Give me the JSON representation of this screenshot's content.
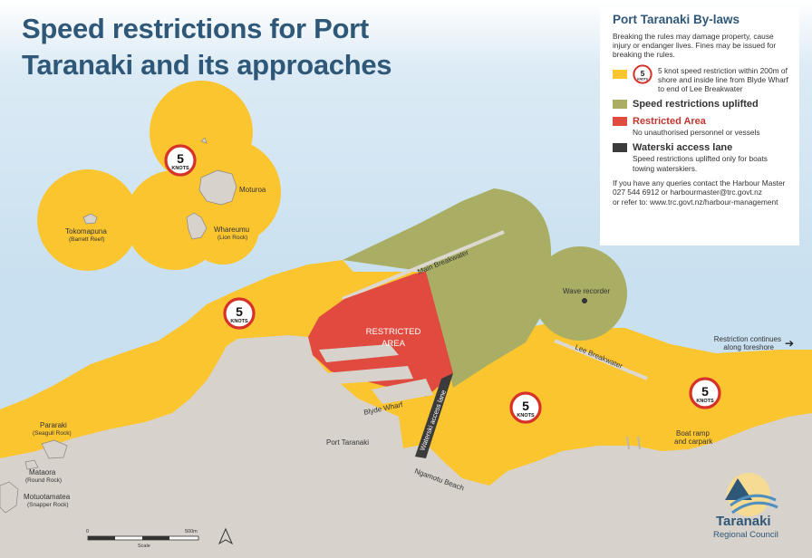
{
  "title": "Speed restrictions for Port Taranaki and its approaches",
  "legend": {
    "heading": "Port Taranaki By-laws",
    "intro": "Breaking the rules may damage property, cause injury or endanger lives. Fines may be issued for breaking the rules.",
    "items": [
      {
        "type": "knot-zone",
        "color": "#fbc530",
        "title": "",
        "desc": "5 knot speed restriction within 200m of shore and inside line from Blyde Wharf to end of Lee Breakwater"
      },
      {
        "type": "uplifted",
        "color": "#a9ae64",
        "title": "Speed restrictions uplifted",
        "desc": ""
      },
      {
        "type": "restricted",
        "color": "#e04a3f",
        "title": "Restricted Area",
        "desc": "No unauthorised personnel or vessels"
      },
      {
        "type": "waterski",
        "color": "#3b3b3b",
        "title": "Waterski access lane",
        "desc": "Speed restrictions uplifted only for boats towing waterskiers."
      }
    ],
    "contact": [
      "If you have any queries contact the Harbour Master",
      "027 544 6912 or harbourmaster@trc.govt.nz",
      "or refer to: www.trc.govt.nz/harbour-management"
    ]
  },
  "sign": {
    "number": "5",
    "unit": "KNOTS"
  },
  "map_labels": {
    "moturoa": "Moturoa",
    "whareumu": "Whareumu",
    "whareumu_sub": "(Lion Rock)",
    "tokomapuna": "Tokomapuna",
    "tokomapuna_sub": "(Barrett Reef)",
    "main_breakwater": "Main Breakwater",
    "restricted_area_1": "RESTRICTED",
    "restricted_area_2": "AREA",
    "wave_recorder": "Wave recorder",
    "restriction_continues_1": "Restriction continues",
    "restriction_continues_2": "along foreshore",
    "arrow": "➔",
    "lee_breakwater": "Lee Breakwater",
    "waterski_lane": "Waterski access lane",
    "blyde_wharf": "Blyde Wharf",
    "port_taranaki": "Port Taranaki",
    "ngamotu_beach": "Ngamotu Beach",
    "boat_ramp_1": "Boat ramp",
    "boat_ramp_2": "and carpark",
    "pararaki": "Pararaki",
    "pararaki_sub": "(Seagull Rock)",
    "mataora": "Mataora",
    "mataora_sub": "(Round Rock)",
    "motuotamatea": "Motuotamatea",
    "motuotamatea_sub": "(Snapper Rock)"
  },
  "scale": {
    "start": "0",
    "end": "500m",
    "label": "Scale"
  },
  "logo": {
    "line1": "Taranaki",
    "line2": "Regional Council"
  },
  "colors": {
    "sea": "#c9e0f0",
    "land": "#d7d2cc",
    "knot_zone": "#fbc530",
    "uplifted": "#a9ae64",
    "restricted": "#e04a3f",
    "waterski": "#3b3b3b",
    "title": "#2f5878"
  }
}
